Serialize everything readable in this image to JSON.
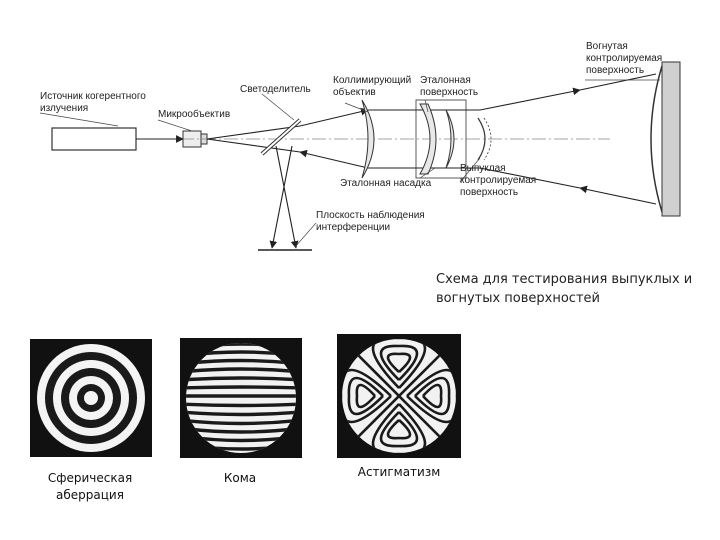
{
  "scheme": {
    "labels": {
      "source_line1": "Источник когерентного",
      "source_line2": "излучения",
      "microobjective": "Микрообъектив",
      "beamsplitter": "Светоделитель",
      "collimator_line1": "Коллимирующий",
      "collimator_line2": "объектив",
      "reference_line1": "Эталонная",
      "reference_line2": "поверхность",
      "concave_line1": "Вогнутая",
      "concave_line2": "контролируемая",
      "concave_line3": "поверхность",
      "attachment": "Эталонная насадка",
      "convex_line1": "Выпуклая",
      "convex_line2": "контролируемая",
      "convex_line3": "поверхность",
      "plane_line1": "Плоскость наблюдения",
      "plane_line2": "интерференции"
    }
  },
  "caption": {
    "line1": "Схема для тестирования выпуклых и",
    "line2": "вогнутых поверхностей"
  },
  "patterns": [
    {
      "label_line1": "Сферическая",
      "label_line2": "аберрация"
    },
    {
      "label_line1": "Кома",
      "label_line2": ""
    },
    {
      "label_line1": "Астигматизм",
      "label_line2": ""
    }
  ]
}
